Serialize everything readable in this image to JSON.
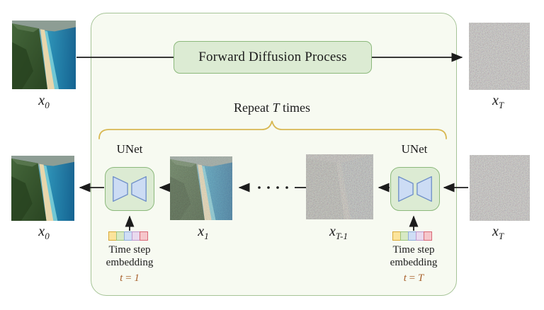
{
  "diagram": {
    "title_box": "Forward Diffusion Process",
    "repeat": {
      "prefix": "Repeat ",
      "t": "T",
      "suffix": " times"
    },
    "unet_label": "UNet",
    "labels": {
      "x0_top": {
        "base": "x",
        "sub": "0"
      },
      "xT_top": {
        "base": "x",
        "sub": "T"
      },
      "x0_bottom": {
        "base": "x",
        "sub": "0"
      },
      "x1": {
        "base": "x",
        "sub": "1"
      },
      "xTm1": {
        "base": "x",
        "sub": "T-1"
      },
      "xT_bottom": {
        "base": "x",
        "sub": "T"
      }
    },
    "embedding_left": {
      "line1": "Time step",
      "line2": "embedding",
      "t_var": "t",
      "t_eq": " = ",
      "t_val": "1"
    },
    "embedding_right": {
      "line1": "Time step",
      "line2": "embedding",
      "t_var": "t",
      "t_eq": " = ",
      "t_val": "T"
    },
    "images": {
      "top_left": "coastal-beach-photo",
      "top_right": "gaussian-noise",
      "bottom_left": "coastal-beach-photo-reconstructed",
      "x1": "slightly-noisy-beach-photo",
      "xTm1": "heavily-noisy-photo",
      "bottom_right": "gaussian-noise"
    }
  },
  "colors": {
    "container_border": "#a6c497",
    "container_fill": "#f7faf1",
    "box_fill": "#dcebd3",
    "box_border": "#8cb97c",
    "trapezoid_fill": "#ccdcf4",
    "trapezoid_border": "#7191c9",
    "brace": "#d8b852",
    "t_label": "#a8612c",
    "arrow": "#1c1c1c",
    "embedding_squares": [
      {
        "fill": "#fbe39b",
        "border": "#d8a93a"
      },
      {
        "fill": "#d7e9c4",
        "border": "#9cc47e"
      },
      {
        "fill": "#cfdef5",
        "border": "#8fadd9"
      },
      {
        "fill": "#e9d9ee",
        "border": "#c099cf"
      },
      {
        "fill": "#f6c6cb",
        "border": "#d96a78"
      }
    ]
  }
}
